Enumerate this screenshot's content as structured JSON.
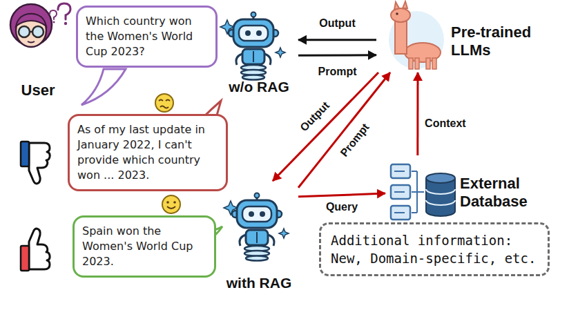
{
  "diagram": {
    "nodes": [
      {
        "text": [
          "Which country won the Women's World Cup 2023?"
        ]
      },
      {
        "text": [
          "w/o RAG"
        ]
      },
      {
        "text": [
          "Pre-trained LLMs"
        ]
      },
      {
        "text": [
          "As of my last update in January 2022, I can't provide which country won ... 2023."
        ]
      },
      {
        "text": [
          "Spain won the Women's World Cup 2023."
        ]
      },
      {
        "text": [
          "with RAG"
        ]
      },
      {
        "text": [
          "External Database"
        ]
      },
      {
        "text": [
          "Additional information: New, Domain-specific, etc."
        ]
      }
    ],
    "edges": [
      {
        "from": 2,
        "to": 1,
        "label": "Output",
        "arrow": "to"
      },
      {
        "from": 1,
        "to": 2,
        "label": "Prompt",
        "arrow": "to"
      },
      {
        "from": 2,
        "to": 5,
        "label": "Output",
        "arrow": "to"
      },
      {
        "from": 5,
        "to": 2,
        "label": "Prompt",
        "arrow": "to"
      },
      {
        "from": 5,
        "to": 6,
        "label": "Query",
        "arrow": "to"
      },
      {
        "from": 6,
        "to": 2,
        "label": "Context",
        "arrow": "to"
      }
    ],
    "labels": [
      "User"
    ]
  }
}
